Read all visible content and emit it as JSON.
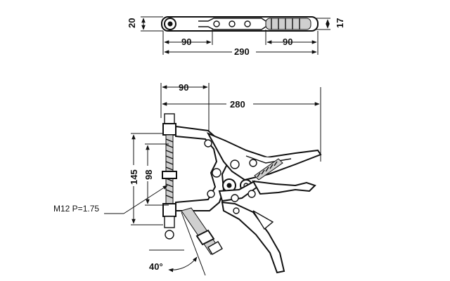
{
  "drawing": {
    "top_view": {
      "dim_height_left": "20",
      "dim_height_right": "17",
      "dim_left_segment": "90",
      "dim_right_segment": "90",
      "dim_overall": "290"
    },
    "side_view": {
      "dim_jaw_width": "90",
      "dim_overall": "280",
      "dim_height_outer": "145",
      "dim_height_inner": "98",
      "thread_callout": "M12 P=1.75",
      "angle": "40°"
    }
  }
}
